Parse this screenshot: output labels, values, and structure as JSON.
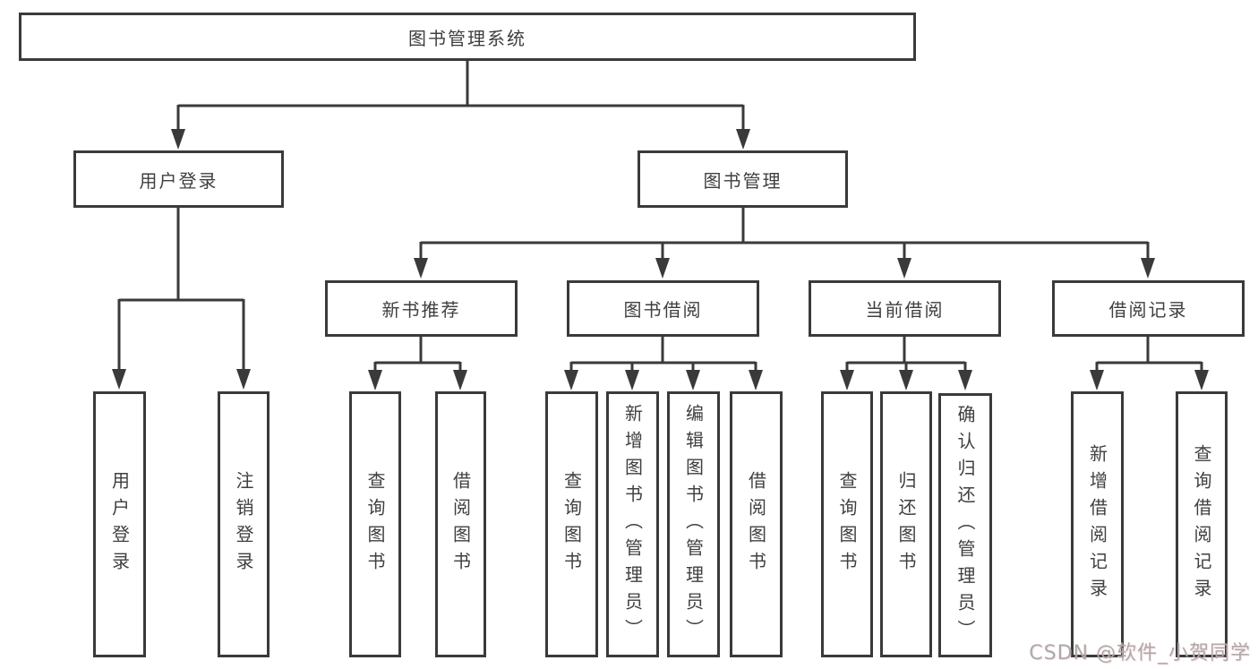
{
  "diagram": {
    "title": "图书管理系统",
    "type": "hierarchy-diagram"
  },
  "nodes": {
    "root": "图书管理系统",
    "user_login": "用户登录",
    "book_mgmt": "图书管理",
    "login": "用户登录",
    "logout": "注销登录",
    "new_books": "新书推荐",
    "book_borrow": "图书借阅",
    "current_borrow": "当前借阅",
    "borrow_records": "借阅记录",
    "nb_query": "查询图书",
    "nb_borrow": "借阅图书",
    "bw_query": "查询图书",
    "bw_add": "新增图书（管理员）",
    "bw_edit": "编辑图书（管理员）",
    "bw_borrow": "借阅图书",
    "cu_query": "查询图书",
    "cu_return": "归还图书",
    "cu_confirm": "确认归还（管理员）",
    "rc_add": "新增借阅记录",
    "rc_query": "查询借阅记录"
  },
  "hierarchy": {
    "图书管理系统": {
      "用户登录": [
        "用户登录",
        "注销登录"
      ],
      "图书管理": {
        "新书推荐": [
          "查询图书",
          "借阅图书"
        ],
        "图书借阅": [
          "查询图书",
          "新增图书（管理员）",
          "编辑图书（管理员）",
          "借阅图书"
        ],
        "当前借阅": [
          "查询图书",
          "归还图书",
          "确认归还（管理员）"
        ],
        "借阅记录": [
          "新增借阅记录",
          "查询借阅记录"
        ]
      }
    }
  },
  "watermark": "CSDN @软件_小贺同学",
  "colors": {
    "line": "#3a3a3a",
    "box_border": "#3a3a3a",
    "text": "#3f3f3f",
    "background": "#ffffff",
    "watermark": "#ababab"
  }
}
